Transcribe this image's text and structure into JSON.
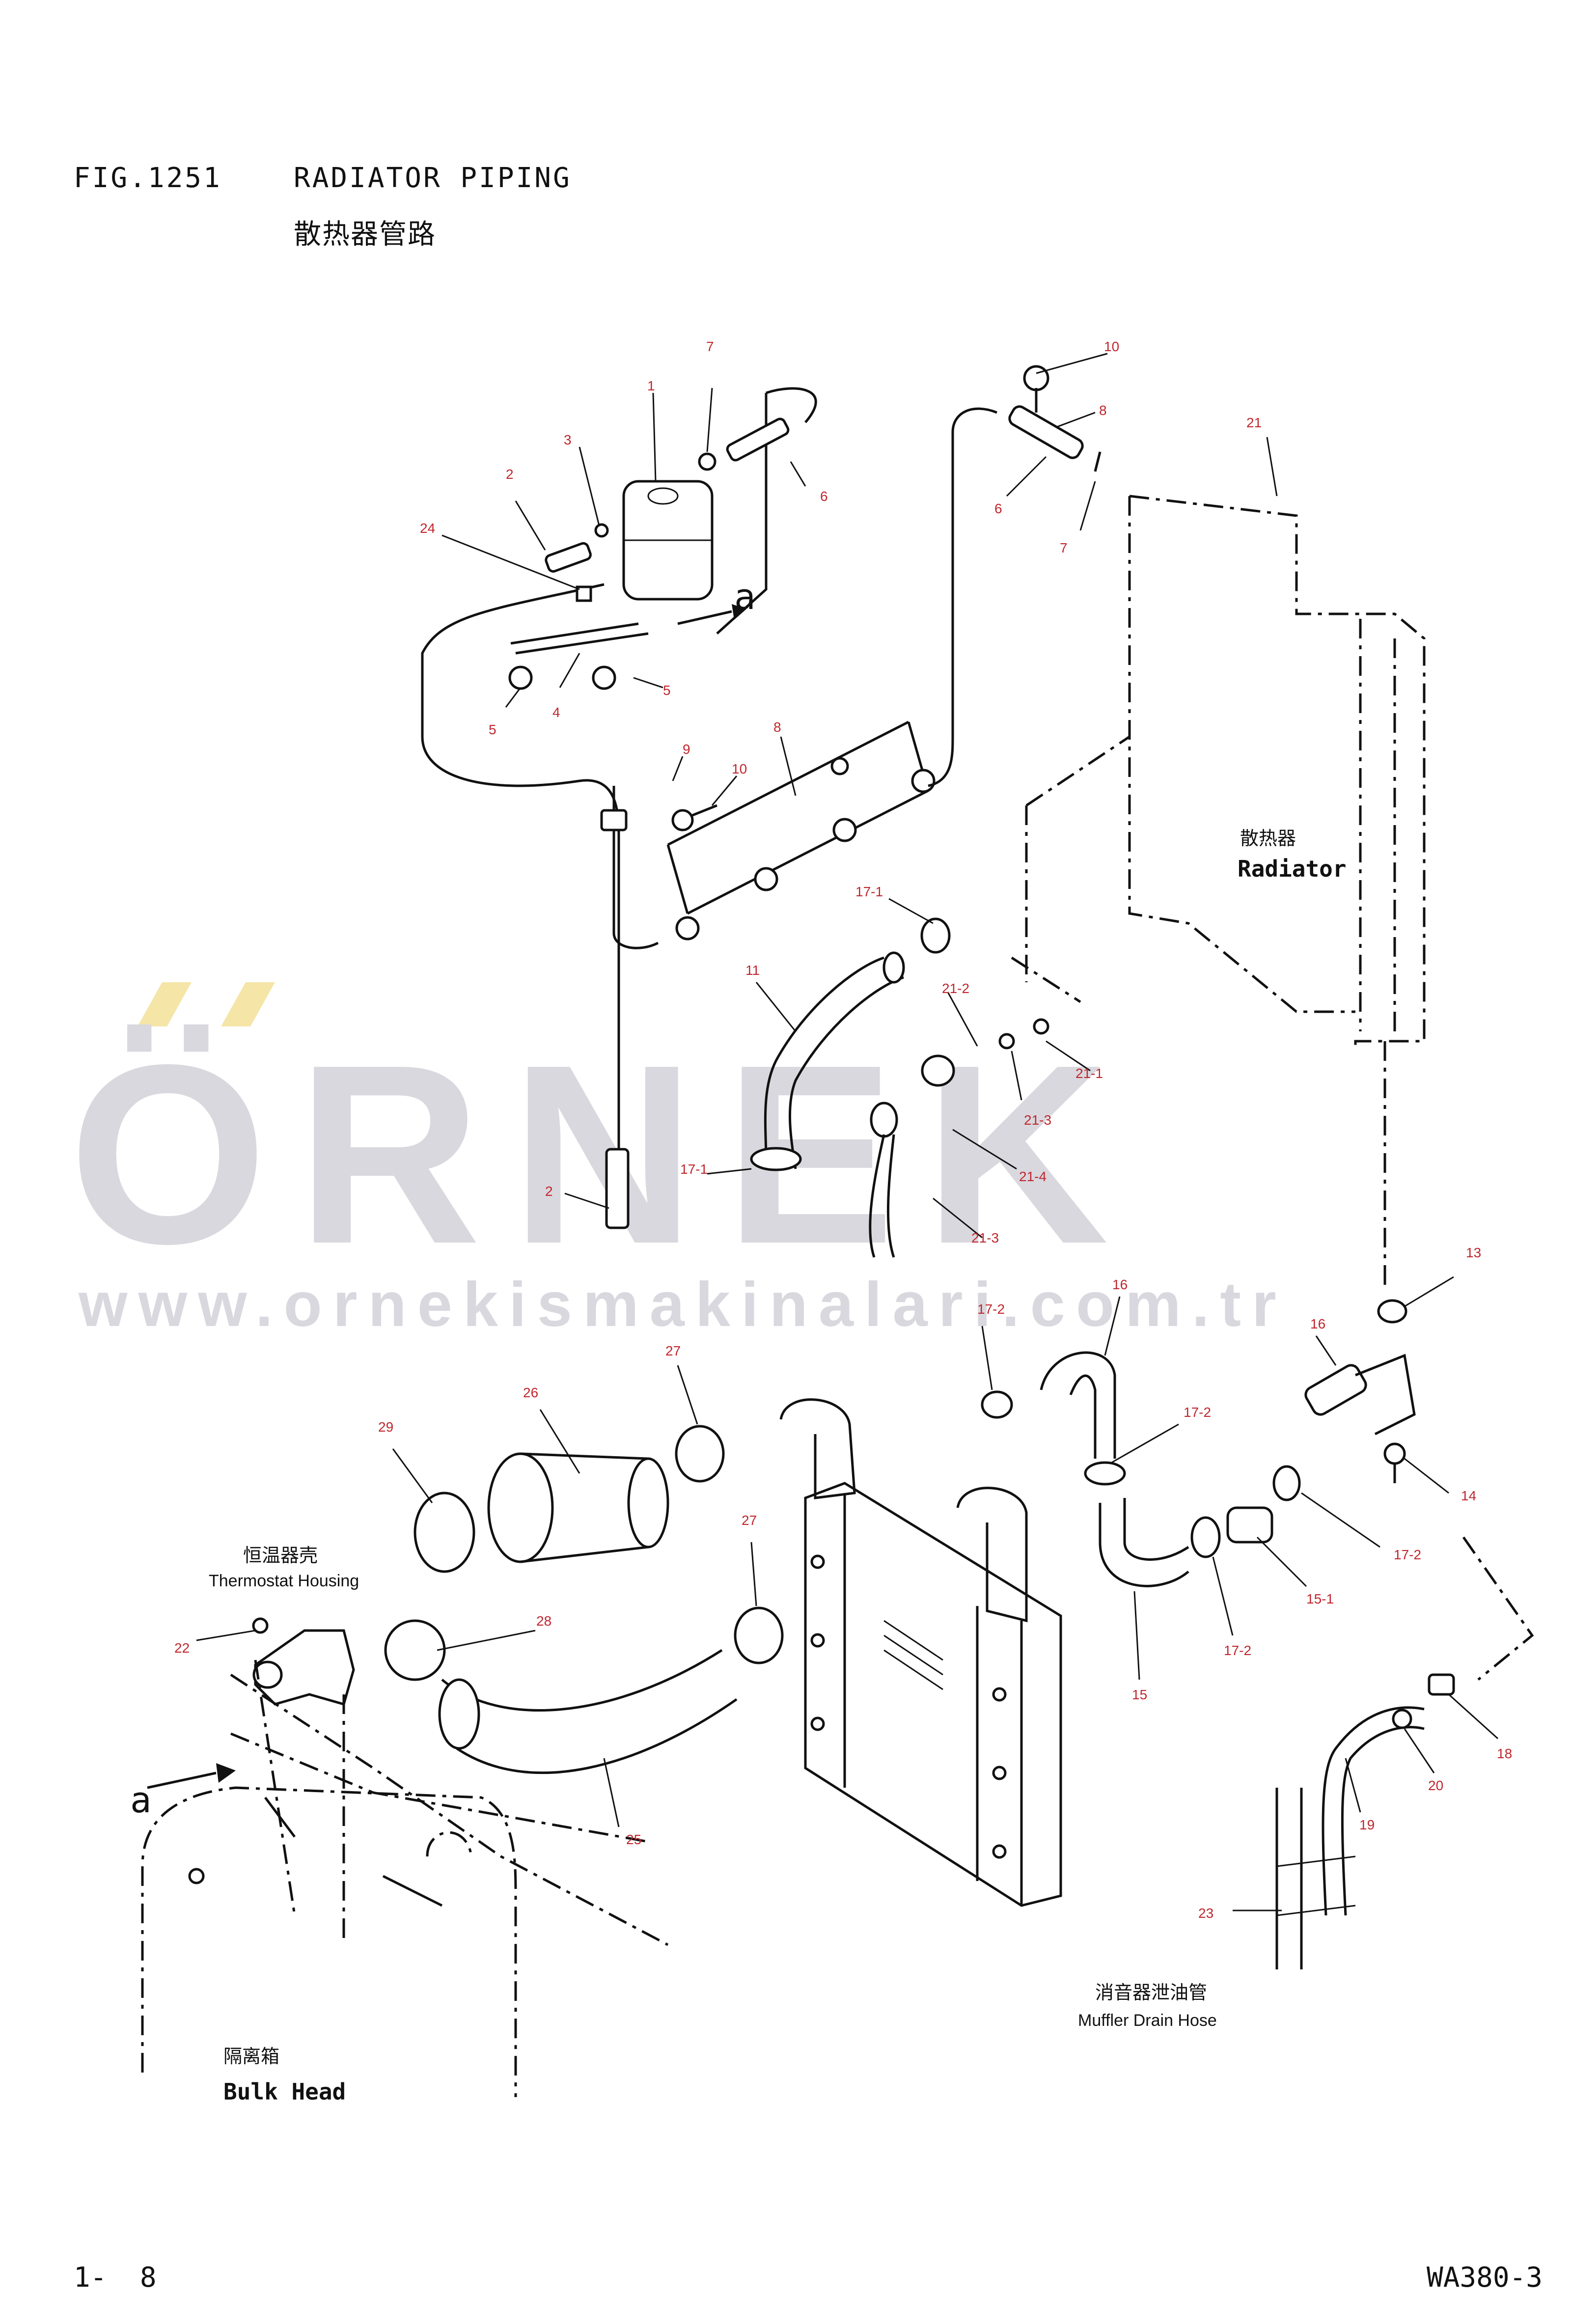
{
  "header": {
    "fig_number": "FIG.1251",
    "title_en": "RADIATOR PIPING",
    "title_cn": "散热器管路"
  },
  "watermark": {
    "brand": "ÖRNEK",
    "url": "www.ornekismakinalari.com.tr",
    "color": "#d9d8de",
    "accent": "#f5e6a8"
  },
  "labels": {
    "radiator_cn": "散热器",
    "radiator_en": "Radiator",
    "thermostat_cn": "恒温器壳",
    "thermostat_en": "Thermostat Housing",
    "bulkhead_cn": "隔离箱",
    "bulkhead_en": "Bulk Head",
    "muffler_cn": "消音器泄油管",
    "muffler_en": "Muffler Drain Hose",
    "view_a_top": "a",
    "view_a_left": "a"
  },
  "callouts": [
    "1",
    "2",
    "3",
    "24",
    "7",
    "6",
    "5",
    "4",
    "5",
    "10",
    "8",
    "6",
    "7",
    "21",
    "9",
    "10",
    "8",
    "17-1",
    "11",
    "21-2",
    "21-1",
    "21-3",
    "21-4",
    "17-1",
    "2",
    "21-3",
    "16",
    "13",
    "17-2",
    "16",
    "27",
    "26",
    "29",
    "17-2",
    "14",
    "27",
    "15-1",
    "17-2",
    "28",
    "17-2",
    "22",
    "15",
    "18",
    "20",
    "19",
    "25",
    "23"
  ],
  "footer": {
    "page": "1-  8",
    "model": "WA380-3"
  }
}
